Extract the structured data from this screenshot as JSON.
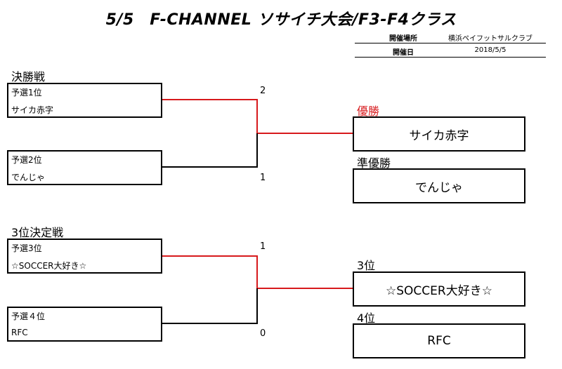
{
  "header": {
    "title": "5/5　F-CHANNEL ソサイチ大会/F3-F4クラス",
    "venue_label": "開催場所",
    "venue_value": "横浜ペイフットサルクラブ",
    "date_label": "開催日",
    "date_value": "2018/5/5"
  },
  "final": {
    "heading": "決勝戦",
    "match1": {
      "seed": "予選1位",
      "team": "サイカ赤字",
      "score": "2"
    },
    "match2": {
      "seed": "予選2位",
      "team": "でんじゃ",
      "score": "1"
    }
  },
  "third": {
    "heading": "3位決定戦",
    "match1": {
      "seed": "予選3位",
      "team": "☆SOCCER大好き☆",
      "score": "1"
    },
    "match2": {
      "seed": "予選４位",
      "team": "RFC",
      "score": "0"
    }
  },
  "results": {
    "champion_label": "優勝",
    "champion": "サイカ赤字",
    "runner_up_label": "準優勝",
    "runner_up": "でんじゃ",
    "third_label": "3位",
    "third": "☆SOCCER大好き☆",
    "fourth_label": "4位",
    "fourth": "RFC"
  },
  "colors": {
    "winner_line": "#d7191c",
    "line": "#000000"
  }
}
